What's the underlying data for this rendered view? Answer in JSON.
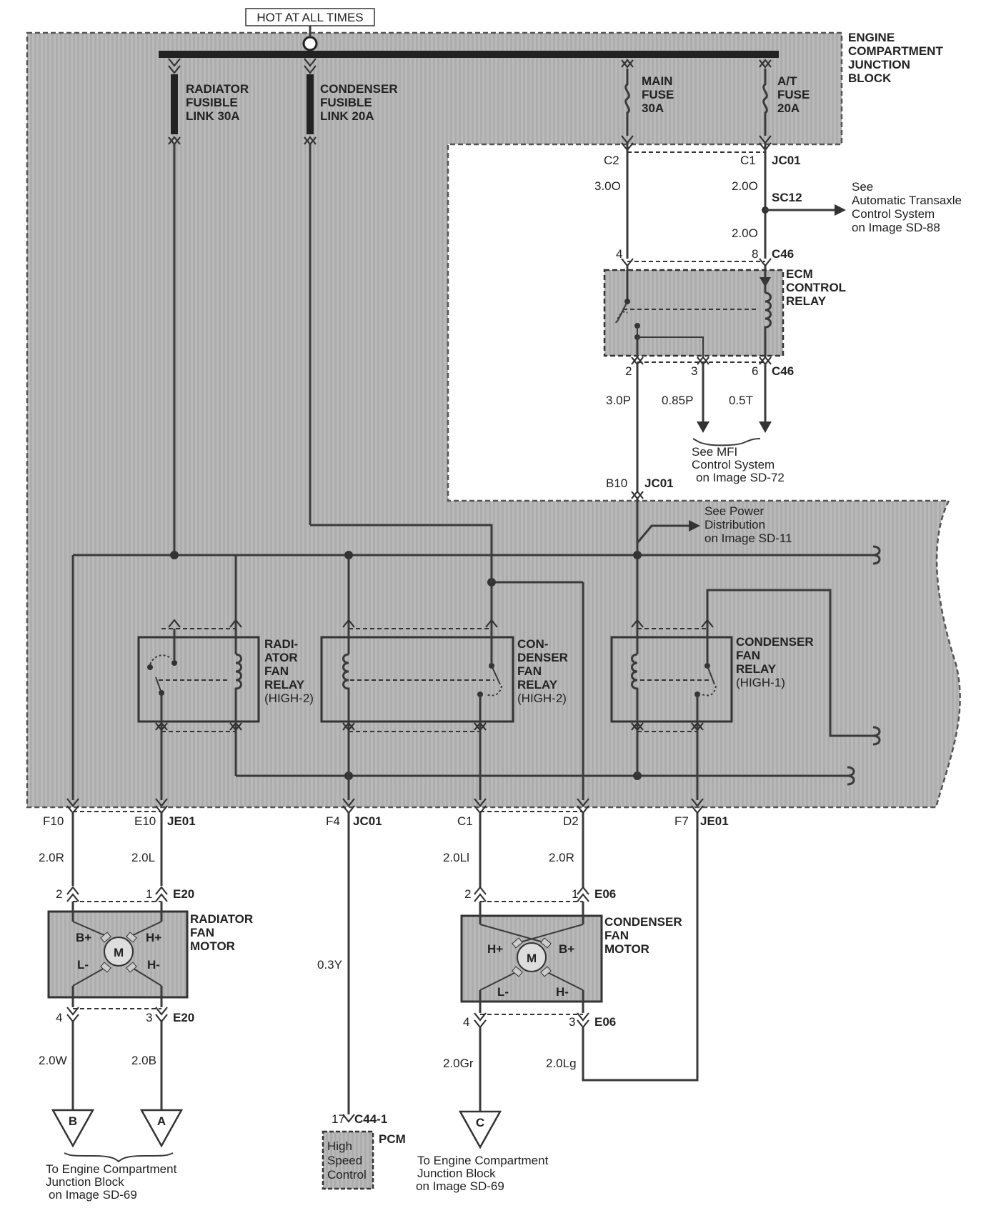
{
  "header": "HOT AT ALL TIMES",
  "block": {
    "l1": "ENGINE",
    "l2": "COMPARTMENT",
    "l3": "JUNCTION",
    "l4": "BLOCK"
  },
  "fuses": {
    "rad": {
      "l1": "RADIATOR",
      "l2": "FUSIBLE",
      "l3": "LINK 30A"
    },
    "cond": {
      "l1": "CONDENSER",
      "l2": "FUSIBLE",
      "l3": "LINK 20A"
    },
    "main": {
      "l1": "MAIN",
      "l2": "FUSE",
      "l3": "30A"
    },
    "at": {
      "l1": "A/T",
      "l2": "FUSE",
      "l3": "20A"
    }
  },
  "pins": {
    "c2": "C2",
    "c1": "C1",
    "jc01a": "JC01",
    "w30o": "3.0O",
    "w20o_a": "2.0O",
    "sc12": "SC12",
    "w20o_b": "2.0O",
    "p4": "4",
    "p8": "8",
    "c46a": "C46",
    "p2": "2",
    "p3": "3",
    "p6": "6",
    "c46b": "C46",
    "w30p": "3.0P",
    "w085p": "0.85P",
    "w05t": "0.5T",
    "b10": "B10",
    "jc01b": "JC01",
    "f10": "F10",
    "e10": "E10",
    "je01a": "JE01",
    "f4": "F4",
    "jc01c": "JC01",
    "c1b": "C1",
    "d2": "D2",
    "f7": "F7",
    "je01b": "JE01",
    "w20r_a": "2.0R",
    "w20l": "2.0L",
    "w20li": "2.0Ll",
    "w20r_b": "2.0R",
    "e20_p2": "2",
    "e20_p1": "1",
    "e20a": "E20",
    "e06_p2": "2",
    "e06_p1": "1",
    "e06a": "E06",
    "w03y": "0.3Y",
    "e20_p4": "4",
    "e20_p3": "3",
    "e20b": "E20",
    "e06_p4": "4",
    "e06_p3": "3",
    "e06b": "E06",
    "w20w": "2.0W",
    "w20b": "2.0B",
    "w20gr": "2.0Gr",
    "w20lg": "2.0Lg",
    "p17": "17",
    "c441": "C44-1",
    "pcm": "PCM"
  },
  "refs": {
    "atcs": {
      "l1": "See",
      "l2": "Automatic Transaxle",
      "l3": "Control System",
      "l4": "on Image SD-88"
    },
    "mfi": {
      "l1": "See MFI",
      "l2": "Control System",
      "l3": "on Image SD-72"
    },
    "power": {
      "l1": "See Power",
      "l2": "Distribution",
      "l3": "on Image SD-11"
    },
    "ecj1": {
      "l1": "To Engine Compartment",
      "l2": "Junction Block",
      "l3": "on Image SD-69"
    },
    "ecj2": {
      "l1": "To Engine Compartment",
      "l2": "Junction Block",
      "l3": "on Image SD-69"
    }
  },
  "relays": {
    "ecm": {
      "l1": "ECM",
      "l2": "CONTROL",
      "l3": "RELAY"
    },
    "radfan": {
      "l1": "RADI-",
      "l2": "ATOR",
      "l3": "FAN",
      "l4": "RELAY",
      "l5": "(HIGH-2)"
    },
    "condfan2": {
      "l1": "CON-",
      "l2": "DENSER",
      "l3": "FAN",
      "l4": "RELAY",
      "l5": "(HIGH-2)"
    },
    "condfan1": {
      "l1": "CONDENSER",
      "l2": "FAN",
      "l3": "RELAY",
      "l4": "(HIGH-1)"
    }
  },
  "motors": {
    "rad": {
      "l1": "RADIATOR",
      "l2": "FAN",
      "l3": "MOTOR",
      "m": "M",
      "bp": "B+",
      "hp": "H+",
      "lm": "L-",
      "hm": "H-"
    },
    "cond": {
      "l1": "CONDENSER",
      "l2": "FAN",
      "l3": "MOTOR",
      "m": "M",
      "hp": "H+",
      "bp": "B+",
      "lm": "L-",
      "hm": "H-"
    }
  },
  "grounds": {
    "b": "B",
    "a": "A",
    "c": "C"
  },
  "pcm": {
    "l1": "High",
    "l2": "Speed",
    "l3": "Control"
  }
}
